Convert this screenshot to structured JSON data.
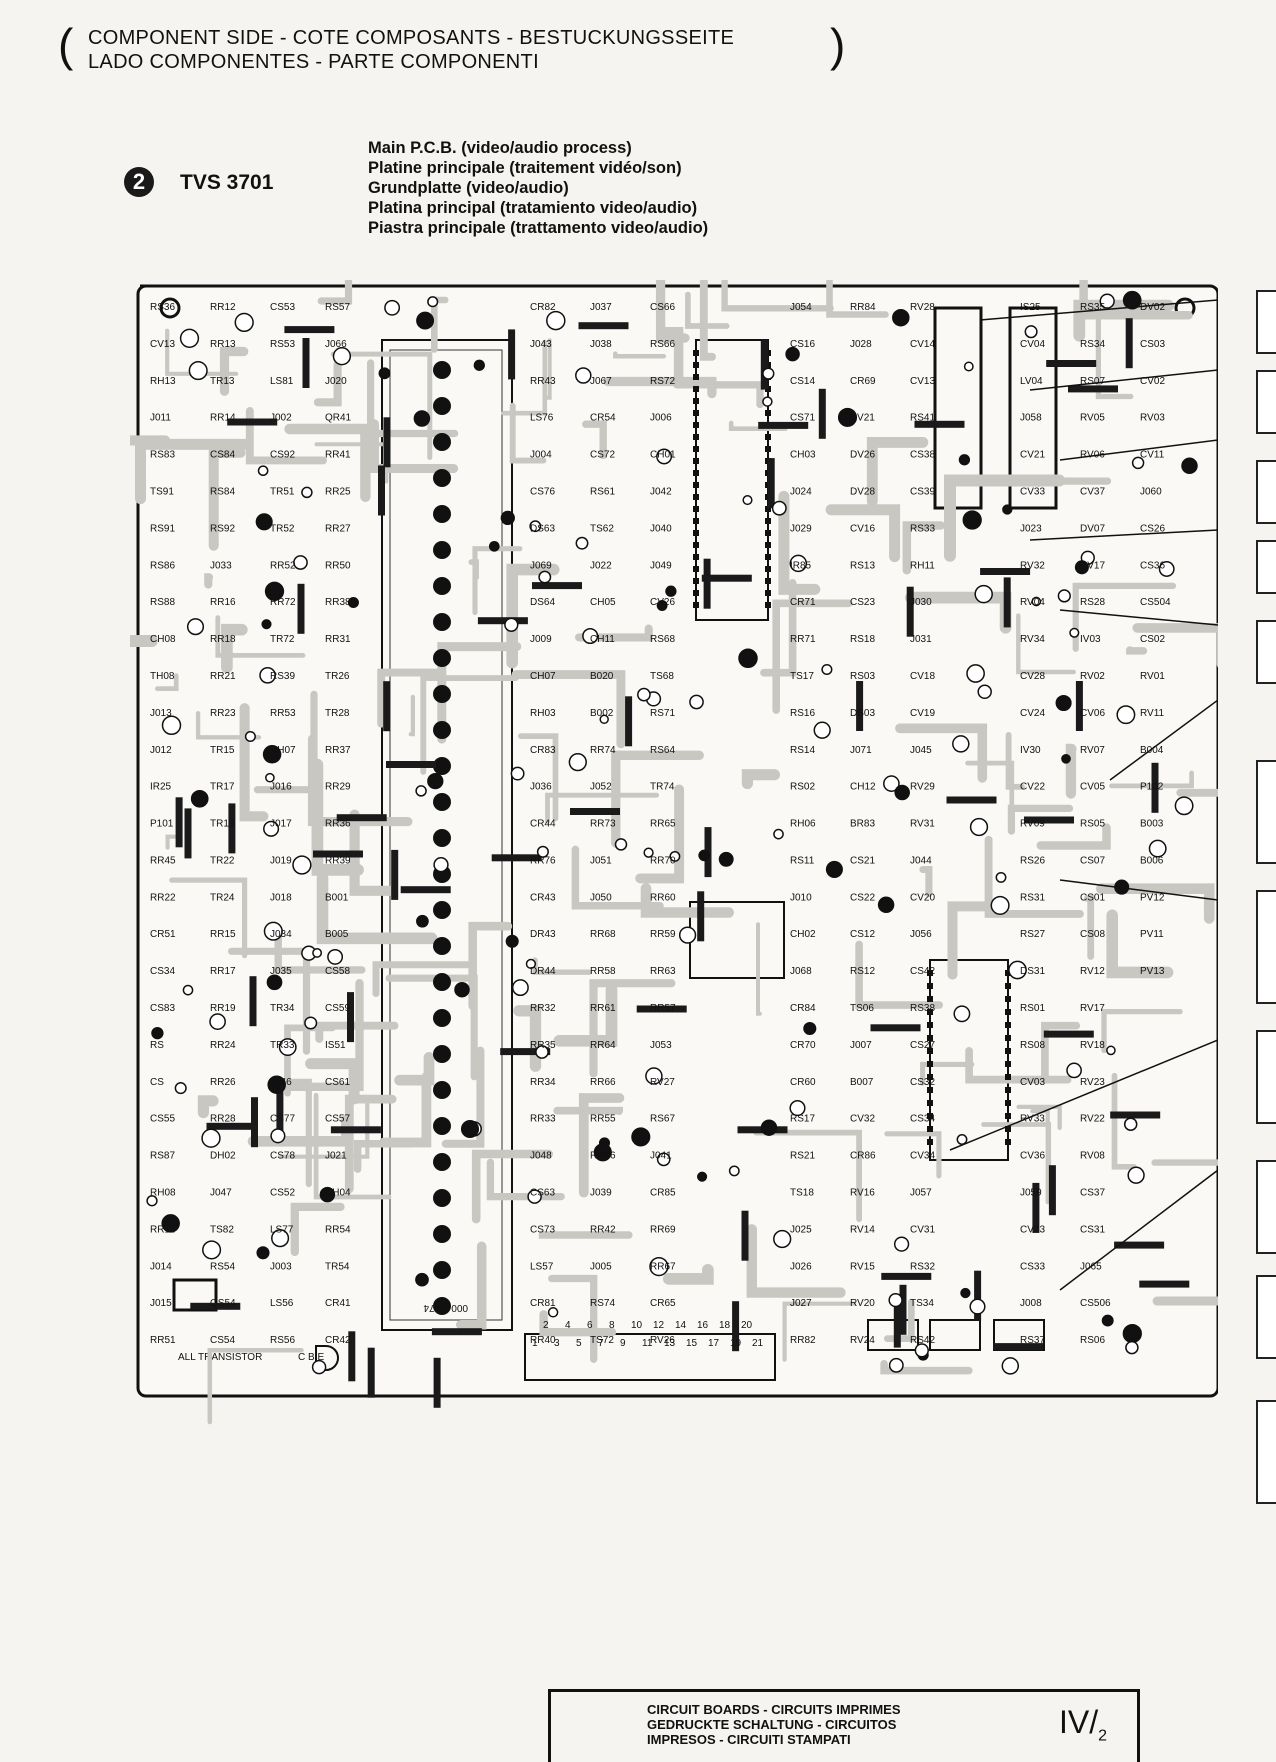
{
  "header": {
    "line1": "COMPONENT SIDE - COTE COMPOSANTS - BESTUCKUNGSSEITE",
    "line2": "LADO COMPONENTES - PARTE COMPONENTI"
  },
  "diagram": {
    "number": "2",
    "model": "TVS 3701",
    "descriptions": [
      "Main P.C.B. (video/audio process)",
      "Platine principale (traitement vidéo/son)",
      "Grundplatte (video/audio)",
      "Platina principal (tratamiento video/audio)",
      "Piastra principale (trattamento video/audio)"
    ]
  },
  "board": {
    "bottom_note": "ALL TRANSISTOR",
    "pin_letters": "C B E",
    "stamp": "000.10.74",
    "connector_pins": [
      "1",
      "3",
      "5",
      "7",
      "9",
      "11",
      "13",
      "15",
      "17",
      "19",
      "21"
    ],
    "connector_pins_even": [
      "2",
      "4",
      "6",
      "8",
      "10",
      "12",
      "14",
      "16",
      "18",
      "20"
    ],
    "labels": [
      "RS36",
      "CV13",
      "RH13",
      "J011",
      "RS83",
      "TS91",
      "RS91",
      "RS86",
      "RS88",
      "CH08",
      "TH08",
      "J013",
      "J012",
      "IR25",
      "P101",
      "RR45",
      "RR22",
      "CR51",
      "CS34",
      "CS83",
      "RS",
      "CS",
      "CS55",
      "RS87",
      "RH08",
      "RR11",
      "J014",
      "J015",
      "RR51",
      "RR12",
      "RR13",
      "TR13",
      "RR14",
      "CS84",
      "RS84",
      "RS92",
      "J033",
      "RR16",
      "RR18",
      "RR21",
      "RR23",
      "TR15",
      "TR17",
      "TR19",
      "TR22",
      "TR24",
      "RR15",
      "RR17",
      "RR19",
      "RR24",
      "RR26",
      "RR28",
      "DH02",
      "J047",
      "TS82",
      "RS54",
      "QS54",
      "CS54",
      "CS53",
      "RS53",
      "LS81",
      "J002",
      "CS92",
      "TR51",
      "TR52",
      "RR52",
      "RR72",
      "TR72",
      "RS39",
      "RR53",
      "RH07",
      "J016",
      "J017",
      "J019",
      "J018",
      "J034",
      "J035",
      "TR34",
      "TR33",
      "J046",
      "CS77",
      "CS78",
      "CS52",
      "LS77",
      "J003",
      "LS56",
      "RS56",
      "RS57",
      "J066",
      "J020",
      "QR41",
      "RR41",
      "RR25",
      "RR27",
      "RR50",
      "RR38",
      "RR31",
      "TR26",
      "TR28",
      "RR37",
      "RR29",
      "RR36",
      "RR39",
      "B001",
      "B005",
      "CS58",
      "CS59",
      "IS51",
      "CS61",
      "CS57",
      "J021",
      "CH04",
      "RR54",
      "TR54",
      "CR41",
      "CR42",
      "CR82",
      "J043",
      "RR43",
      "LS76",
      "J004",
      "CS76",
      "DS63",
      "J069",
      "DS64",
      "J009",
      "CH07",
      "RH03",
      "CR83",
      "J036",
      "CR44",
      "RR76",
      "CR43",
      "DR43",
      "DR44",
      "RR32",
      "RR35",
      "RR34",
      "RR33",
      "J048",
      "CS63",
      "CS73",
      "LS57",
      "CR81",
      "RR40",
      "J037",
      "J038",
      "J067",
      "CR54",
      "CS72",
      "RS61",
      "TS62",
      "J022",
      "CH05",
      "CH11",
      "B020",
      "B002",
      "RR74",
      "J052",
      "RR73",
      "J051",
      "J050",
      "RR68",
      "RR58",
      "RR61",
      "RR64",
      "RR66",
      "RR55",
      "RR56",
      "J039",
      "RR42",
      "J005",
      "RS74",
      "TS72",
      "CS66",
      "RS66",
      "RS72",
      "J006",
      "CH01",
      "J042",
      "J040",
      "J049",
      "CV26",
      "RS68",
      "TS68",
      "RS71",
      "RS64",
      "TR74",
      "RR65",
      "RR70",
      "RR60",
      "RR59",
      "RR63",
      "RR57",
      "J053",
      "RV27",
      "RS67",
      "J041",
      "CR85",
      "RR69",
      "RR67",
      "CR65",
      "RV26",
      "J054",
      "CS16",
      "CS14",
      "CS71",
      "CH03",
      "J024",
      "J029",
      "IR85",
      "CR71",
      "RR71",
      "TS17",
      "RS16",
      "RS14",
      "RS02",
      "RH06",
      "RS11",
      "J010",
      "CH02",
      "J068",
      "CR84",
      "CR70",
      "CR60",
      "RS17",
      "RS21",
      "TS18",
      "J025",
      "J026",
      "J027",
      "RR82",
      "RR84",
      "J028",
      "CR69",
      "RV21",
      "DV26",
      "DV28",
      "CV16",
      "RS13",
      "CS23",
      "RS18",
      "RS03",
      "DS03",
      "J071",
      "CH12",
      "BR83",
      "CS21",
      "CS22",
      "CS12",
      "RS12",
      "TS06",
      "J007",
      "B007",
      "CV32",
      "CR86",
      "RV16",
      "RV14",
      "RV15",
      "RV20",
      "RV24",
      "RV28",
      "CV14",
      "CV13",
      "RS41",
      "CS38",
      "CS39",
      "RS33",
      "RH11",
      "J030",
      "J031",
      "CV18",
      "CV19",
      "J045",
      "RV29",
      "RV31",
      "J044",
      "CV20",
      "J056",
      "CS42",
      "RS38",
      "CS27",
      "CS32",
      "CS34",
      "CV34",
      "J057",
      "CV31",
      "RS32",
      "TS34",
      "RS42",
      "IS25",
      "CV04",
      "LV04",
      "J058",
      "CV21",
      "CV33",
      "J023",
      "RV32",
      "RV04",
      "RV34",
      "CV28",
      "CV24",
      "IV30",
      "CV22",
      "RV09",
      "RS26",
      "RS31",
      "RS27",
      "DS31",
      "RS01",
      "RS08",
      "CV03",
      "RV33",
      "CV36",
      "J059",
      "CV23",
      "CS33",
      "J008",
      "RS37",
      "RS35",
      "RS34",
      "RS07",
      "RV05",
      "RV06",
      "CV37",
      "DV07",
      "DV17",
      "RS28",
      "IV03",
      "RV02",
      "CV06",
      "RV07",
      "CV05",
      "RS05",
      "CS07",
      "CS01",
      "CS08",
      "RV12",
      "RV17",
      "RV18",
      "RV23",
      "RV22",
      "RV08",
      "CS37",
      "CS31",
      "J065",
      "CS506",
      "RS06",
      "DV02",
      "CS03",
      "CV02",
      "RV03",
      "CV11",
      "J060",
      "CS26",
      "CS36",
      "CS504",
      "CS02",
      "RV01",
      "RV11",
      "B004",
      "P102",
      "B003",
      "B006",
      "PV12",
      "PV11",
      "PV13"
    ]
  },
  "footer": {
    "line1": "CIRCUIT BOARDS - CIRCUITS IMPRIMES",
    "line2": "GEDRUCKTE SCHALTUNG - CIRCUITOS",
    "line3": "IMPRESOS - CIRCUITI STAMPATI",
    "page": "IV/",
    "page_sub": "2"
  }
}
